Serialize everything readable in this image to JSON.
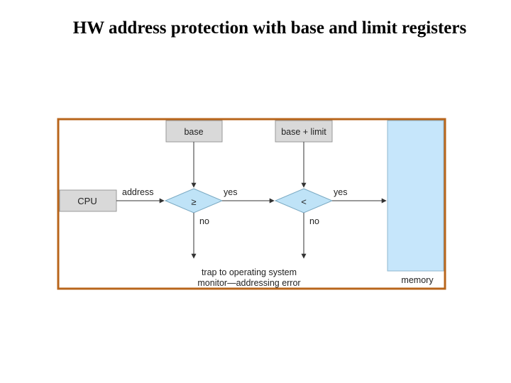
{
  "title": "HW address protection with base and limit registers",
  "diagram": {
    "base_register": "base",
    "limit_register": "base + limit",
    "cpu": "CPU",
    "address_label": "address",
    "compare_ge": "≥",
    "compare_lt": "<",
    "yes_1": "yes",
    "yes_2": "yes",
    "no_1": "no",
    "no_2": "no",
    "trap_line_1": "trap to operating system",
    "trap_line_2": "monitor—addressing error",
    "memory": "memory",
    "colors": {
      "frame": "#b8651b",
      "register_fill": "#d9d9d9",
      "diamond_fill": "#bfe3f7",
      "memory_fill": "#c6e6fb",
      "line": "#333333"
    }
  }
}
